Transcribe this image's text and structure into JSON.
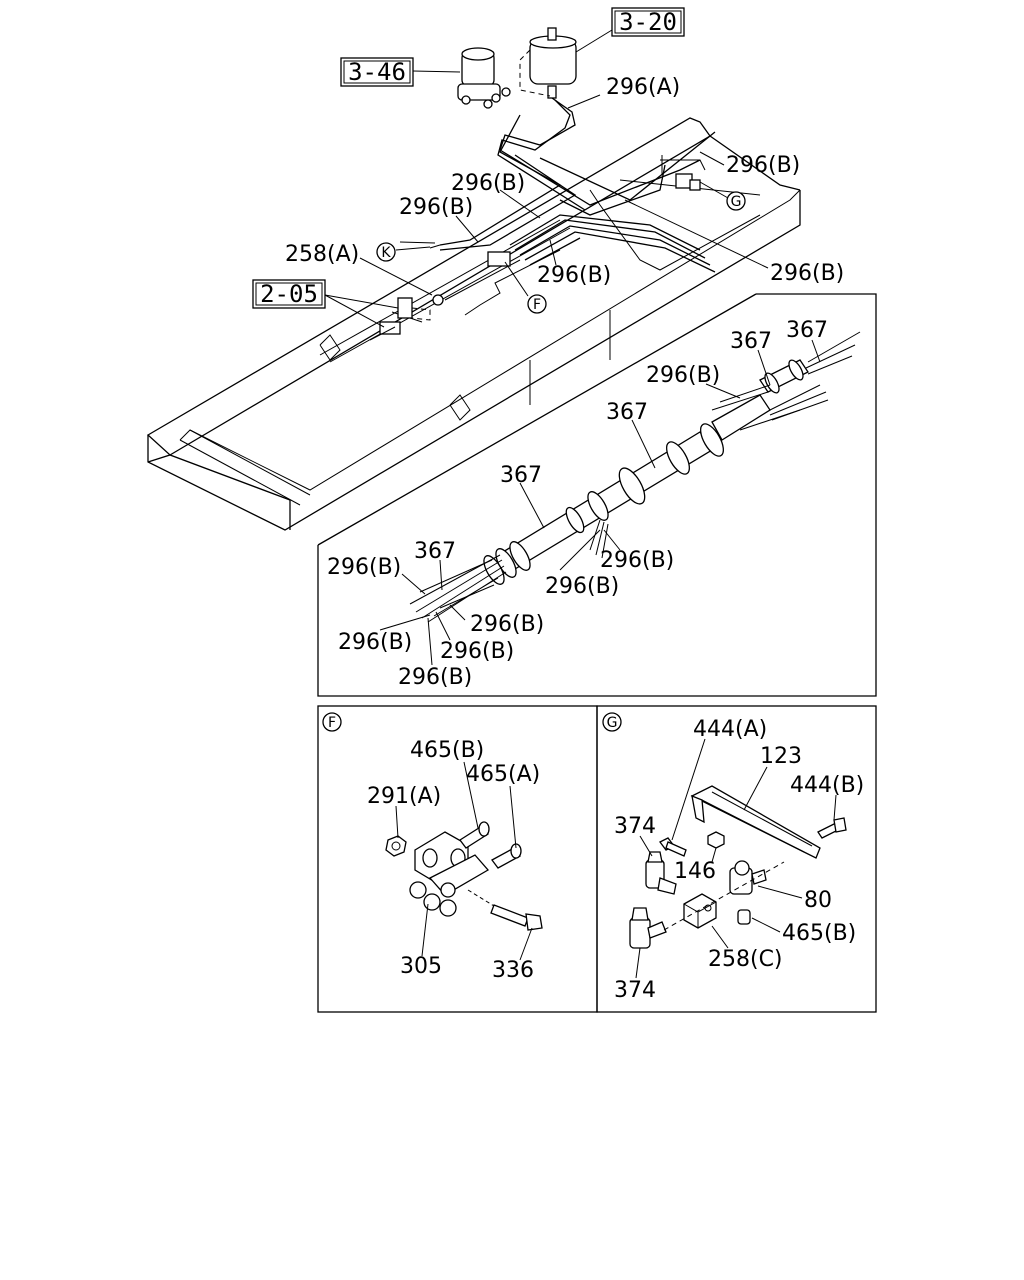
{
  "refs": {
    "r320": "3-20",
    "r346": "3-46",
    "r205": "2-05"
  },
  "circles": {
    "K": "K",
    "F": "F",
    "G": "G"
  },
  "main": {
    "p296A": "296(A)",
    "p296B_1": "296(B)",
    "p296B_2": "296(B)",
    "p296B_3": "296(B)",
    "p296B_4": "296(B)",
    "p296B_5": "296(B)",
    "p258A": "258(A)"
  },
  "harness": {
    "p367_1": "367",
    "p367_2": "367",
    "p367_3": "367",
    "p367_4": "367",
    "p367_5": "367",
    "p296B_a": "296(B)",
    "p296B_b": "296(B)",
    "p296B_c": "296(B)",
    "p296B_d": "296(B)",
    "p296B_e": "296(B)",
    "p296B_f": "296(B)",
    "p296B_g": "296(B)",
    "p296B_h": "296(B)"
  },
  "detailF": {
    "tag": "F",
    "p465B": "465(B)",
    "p465A": "465(A)",
    "p291A": "291(A)",
    "p305": "305",
    "p336": "336"
  },
  "detailG": {
    "tag": "G",
    "p444A": "444(A)",
    "p123": "123",
    "p444B": "444(B)",
    "p374a": "374",
    "p146": "146",
    "p80": "80",
    "p465B": "465(B)",
    "p258C": "258(C)",
    "p374b": "374"
  }
}
